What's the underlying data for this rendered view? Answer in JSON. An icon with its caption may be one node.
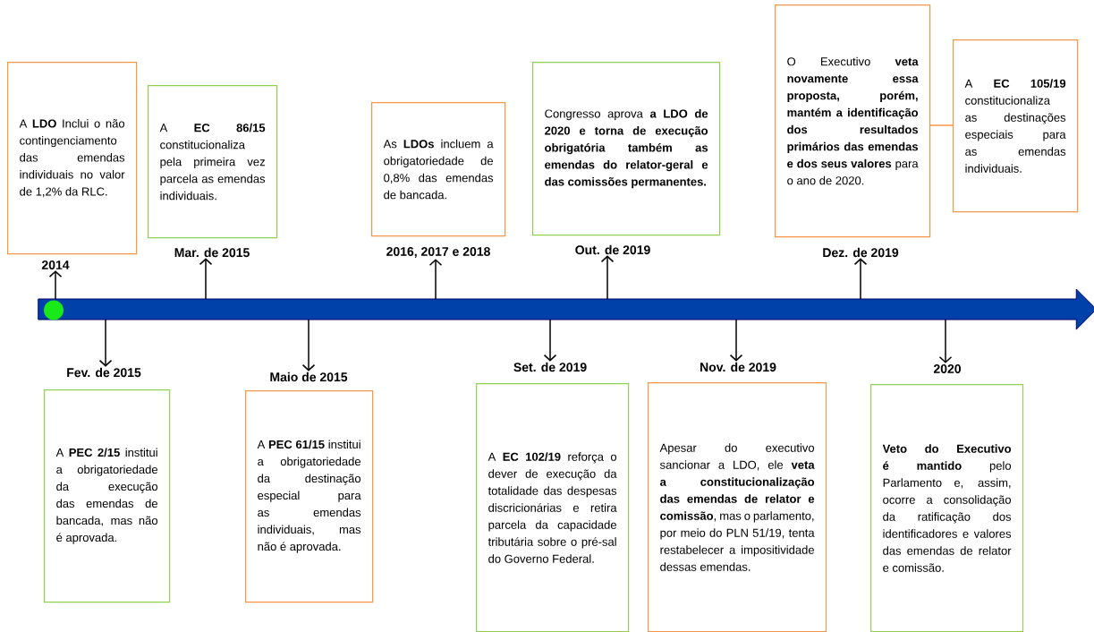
{
  "diagram": {
    "nodes": [
      {
        "text": [],
        "shape": "arrow"
      },
      {
        "text": [
          "A **LDO** Inclui o não contingenciamento das emendas individuais no valor de 1,2% da RLC."
        ],
        "beside": [
          "2014"
        ]
      },
      {
        "text": [
          "A **PEC 2/15** institui a obrigatoriedade da execução das emendas de bancada, mas não é aprovada."
        ],
        "beside": [
          "Fev. de 2015"
        ]
      },
      {
        "text": [
          "A **EC 86/15** constitucionaliza pela primeira vez parcela as emendas individuais."
        ],
        "beside": [
          "Mar. de 2015"
        ]
      },
      {
        "text": [
          "A **PEC 61/15** institui a obrigatoriedade da destinação especial para as emendas individuais, mas não é aprovada."
        ],
        "beside": [
          "Maio de 2015"
        ]
      },
      {
        "text": [
          "As **LDOs** incluem a obrigatoriedade de 0,8% das emendas de bancada."
        ],
        "beside": [
          "2016, 2017 e 2018"
        ]
      },
      {
        "text": [
          "A **EC 102/19** reforça o dever de execução da totalidade das despesas discricionárias e retira parcela da capacidade tributária sobre o pré-sal do Governo Federal."
        ],
        "beside": [
          "Set. de 2019"
        ]
      },
      {
        "text": [
          "Congresso aprova **a LDO de 2020 e torna de execução obrigatória também as emendas do relator-geral e das comissões permanentes.**"
        ],
        "beside": [
          "Out. de 2019"
        ]
      },
      {
        "text": [
          "Apesar do executivo sancionar a LDO, ele **veta a constitucionalização das emendas de relator e comissão**, mas o parlamento, por meio do PLN 51/19, tenta restabelecer a impositividade dessas emendas."
        ],
        "beside": [
          "Nov. de 2019"
        ]
      },
      {
        "text": [
          "O Executivo **veta novamente essa proposta, porém, mantém a identificação dos resultados primários das emendas e dos seus valores** para o ano de 2020."
        ],
        "beside": [
          "Dez. de 2019"
        ]
      },
      {
        "text": [
          "A **EC 105/19** constitucionaliza as destinações especiais para as emendas individuais."
        ]
      },
      {
        "text": [
          "**Veto do Executivo é mantido** pelo Parlamento e, assim, ocorre a consolidação da ratificação dos identificadores e valores das emendas de relator e comissão."
        ],
        "beside": [
          "2020"
        ]
      }
    ],
    "edges": [
      {
        "from": 0,
        "to": 1,
        "arrow": "to"
      },
      {
        "from": 0,
        "to": 2,
        "arrow": "to"
      },
      {
        "from": 0,
        "to": 3,
        "arrow": "to"
      },
      {
        "from": 0,
        "to": 4,
        "arrow": "to"
      },
      {
        "from": 0,
        "to": 5,
        "arrow": "to"
      },
      {
        "from": 0,
        "to": 6,
        "arrow": "to"
      },
      {
        "from": 0,
        "to": 7,
        "arrow": "to"
      },
      {
        "from": 0,
        "to": 8,
        "arrow": "to"
      },
      {
        "from": 0,
        "to": 9,
        "arrow": "to"
      },
      {
        "from": 9,
        "to": 10,
        "arrow": "none",
        "color": "#f79646"
      },
      {
        "from": 0,
        "to": 11,
        "arrow": "to"
      }
    ]
  }
}
